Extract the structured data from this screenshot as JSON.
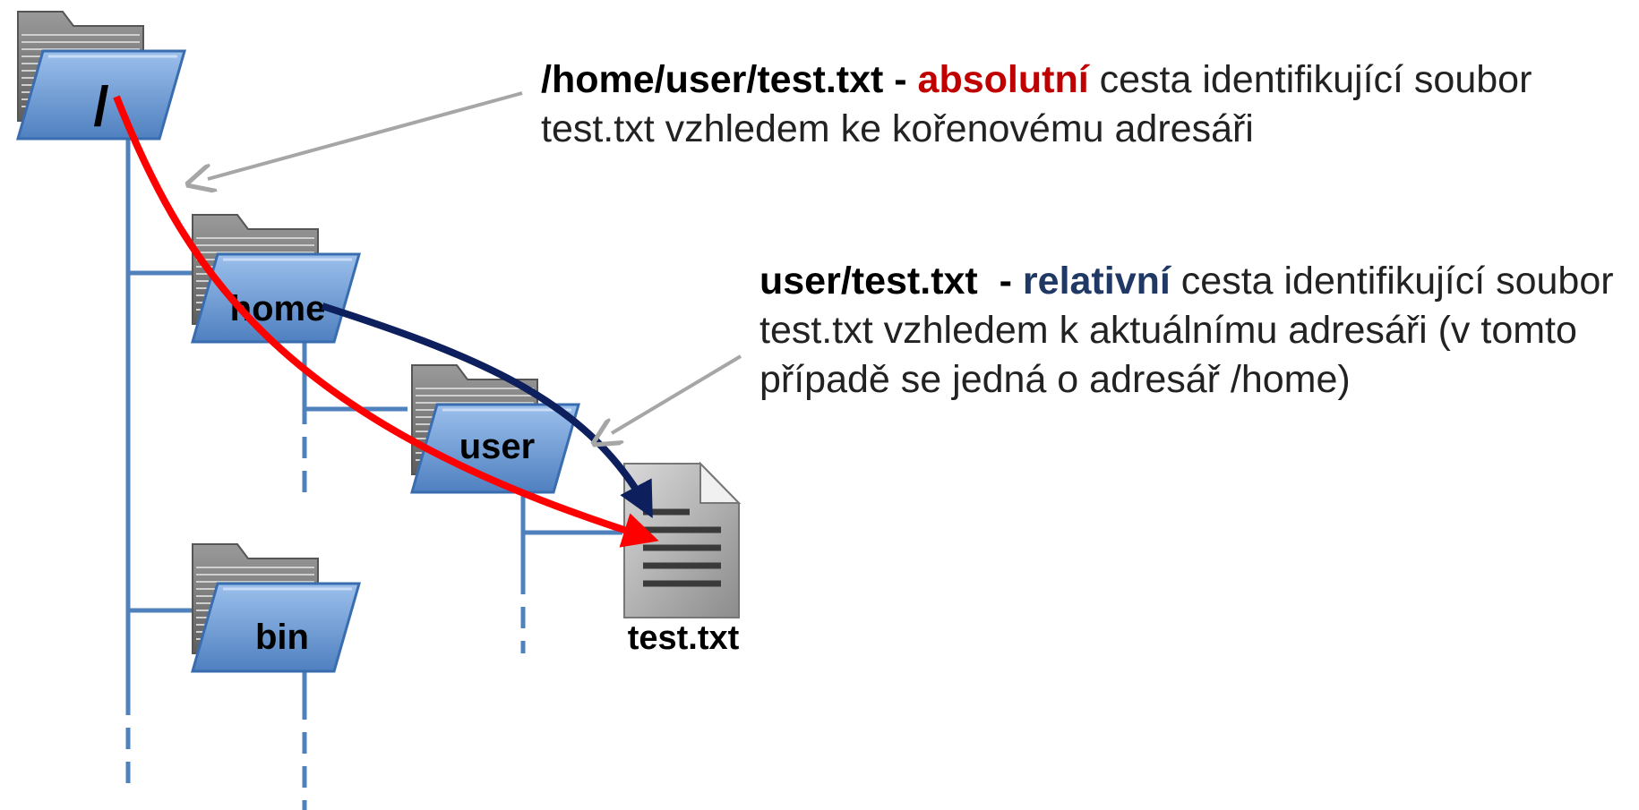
{
  "tree": {
    "root_label": "/",
    "home_label": "home",
    "user_label": "user",
    "bin_label": "bin",
    "file_label": "test.txt"
  },
  "notes": {
    "absolute": {
      "path": "/home/user/test.txt",
      "dash": " - ",
      "keyword": "absolutní",
      "rest": " cesta identifikující soubor test.txt vzhledem ke kořenovému adresáři"
    },
    "relative": {
      "path": "user/test.txt",
      "dash": "  - ",
      "keyword": "relativní",
      "rest": " cesta identifikující soubor test.txt vzhledem k aktuálnímu adresáři (v tomto případě se jedná o adresář /home)"
    }
  },
  "colors": {
    "tree_line": "#4f81bd",
    "folder_front": "#6f9fd8",
    "absolute_arrow": "#ff0000",
    "relative_arrow": "#0d1f5c",
    "pointer_arrow": "#a6a6a6",
    "absolute_keyword": "#c00000",
    "relative_keyword": "#1f3864"
  }
}
